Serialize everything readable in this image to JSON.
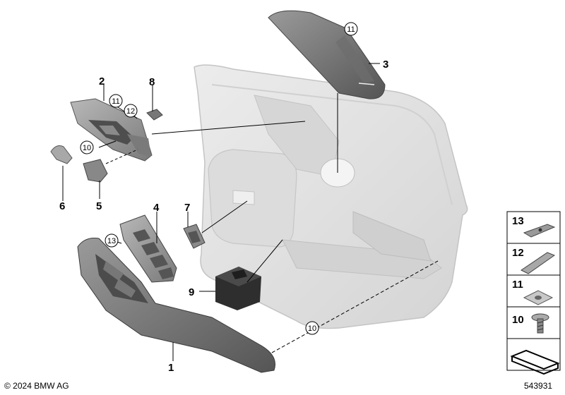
{
  "callouts": {
    "c1": "1",
    "c2": "2",
    "c3": "3",
    "c4": "4",
    "c5": "5",
    "c6": "6",
    "c7": "7",
    "c8": "8",
    "c9": "9",
    "c10a": "10",
    "c10b": "10",
    "c11a": "11",
    "c11b": "11",
    "c12": "12",
    "c13": "13"
  },
  "legend": [
    {
      "number": "13"
    },
    {
      "number": "12"
    },
    {
      "number": "11"
    },
    {
      "number": "10"
    },
    {
      "number": ""
    }
  ],
  "footer": {
    "copyright": "© 2024 BMW AG",
    "diagram_number": "543931"
  }
}
